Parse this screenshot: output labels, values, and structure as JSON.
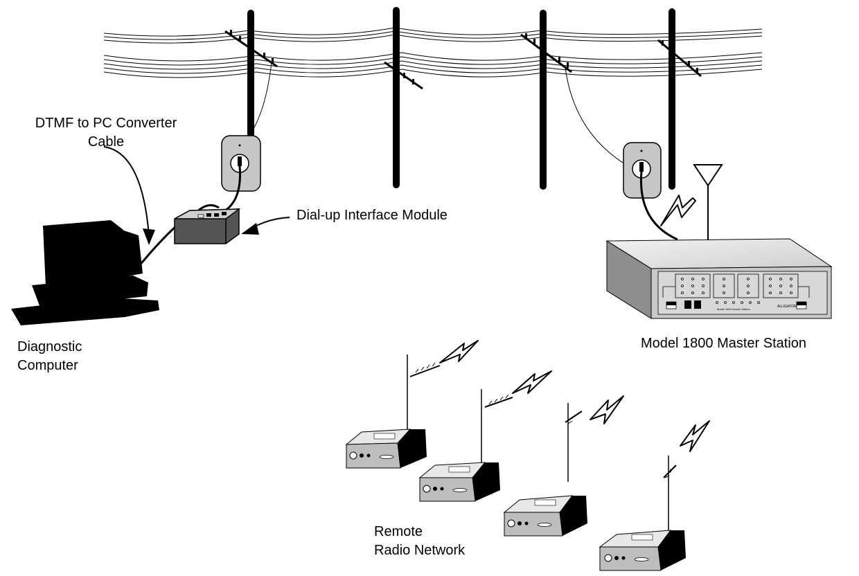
{
  "labels": {
    "dtmf_line1": "DTMF to PC Converter",
    "dtmf_line2": "Cable",
    "dialup": "Dial-up Interface Module",
    "diag_line1": "Diagnostic",
    "diag_line2": "Computer",
    "master": "Model 1800 Master Station",
    "remote_line1": "Remote",
    "remote_line2": "Radio Network"
  },
  "master_panel_text": {
    "brand": "ALLIGATOR",
    "model": "Model 1800 Master Station"
  },
  "counts": {
    "utility_poles": 4,
    "phone_jacks": 2,
    "remote_radios": 4
  }
}
